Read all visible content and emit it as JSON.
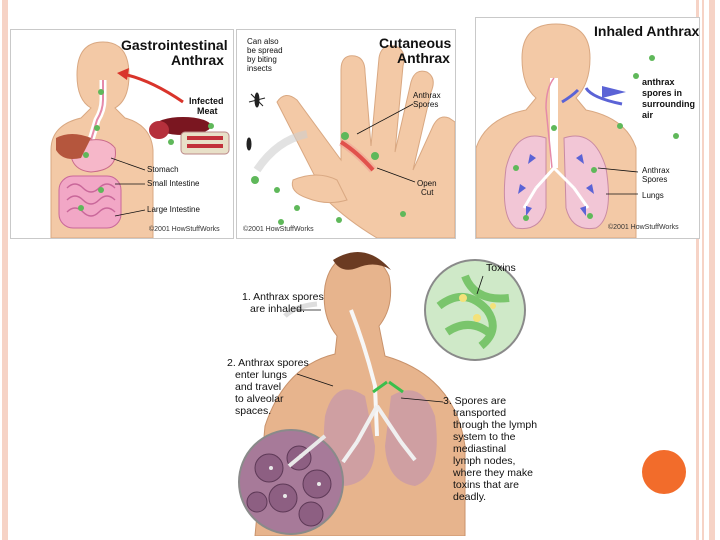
{
  "panels": {
    "gi": {
      "title_line1": "Gastrointestinal",
      "title_line2": "Anthrax",
      "infected_meat_line1": "Infected",
      "infected_meat_line2": "Meat",
      "stomach": "Stomach",
      "small_intestine": "Small Intestine",
      "large_intestine": "Large Intestine",
      "copyright": "©2001 HowStuffWorks"
    },
    "cutaneous": {
      "title_line1": "Cutaneous",
      "title_line2": "Anthrax",
      "insect_note_line1": "Can also",
      "insect_note_line2": "be spread",
      "insect_note_line3": "by biting",
      "insect_note_line4": "insects",
      "spores_line1": "Anthrax",
      "spores_line2": "Spores",
      "cut_line1": "Open",
      "cut_line2": "Cut",
      "copyright": "©2001 HowStuffWorks"
    },
    "inhaled": {
      "title": "Inhaled Anthrax",
      "air_line1": "anthrax",
      "air_line2": "spores in",
      "air_line3": "surrounding",
      "air_line4": "air",
      "spores_line1": "Anthrax",
      "spores_line2": "Spores",
      "lungs": "Lungs",
      "copyright": "©2001 HowStuffWorks"
    },
    "lymph": {
      "toxins": "Toxins",
      "step1_line1": "1. Anthrax spores",
      "step1_line2": "are inhaled.",
      "step2_line1": "2. Anthrax spores",
      "step2_line2": "enter lungs",
      "step2_line3": "and travel",
      "step2_line4": "to alveolar",
      "step2_line5": "spaces.",
      "step3_line1": "3. Spores are",
      "step3_line2": "transported",
      "step3_line3": "through the lymph",
      "step3_line4": "system to the",
      "step3_line5": "mediastinal",
      "step3_line6": "lymph nodes,",
      "step3_line7": "where they make",
      "step3_line8": "toxins that are",
      "step3_line9": "deadly."
    }
  },
  "colors": {
    "stripe": "#f6d3c6",
    "accent_dot": "#f26c2b",
    "skin": "#f3c9a6",
    "spore_green": "#5fb85a",
    "arrow_red": "#d9342b",
    "arrow_blue": "#5b63d6",
    "lung_pink": "#f2c6d6",
    "intestine_pink": "#f2a7c6"
  }
}
